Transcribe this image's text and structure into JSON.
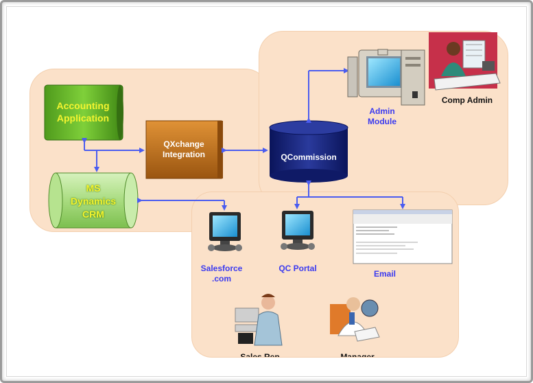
{
  "nodes": {
    "accounting": "Accounting Application",
    "qxchange": "QXchange Integration",
    "qcommission": "QCommission",
    "ms_crm": "MS Dynamics CRM",
    "admin_module": "Admin Module",
    "comp_admin": "Comp Admin",
    "salesforce": "Salesforce .com",
    "qc_portal": "QC Portal",
    "email": "Email",
    "sales_rep": "Sales Rep",
    "manager": "Manager"
  },
  "colors": {
    "panel": "#fbe1c9",
    "arrow": "#4a5cf0",
    "accounting": "#6cbf2a",
    "qxchange": "#c8741a",
    "qcommission": "#16237a",
    "crm": "#b9e69a",
    "label": "#3a3af0",
    "yellow_text": "#f4f430"
  }
}
